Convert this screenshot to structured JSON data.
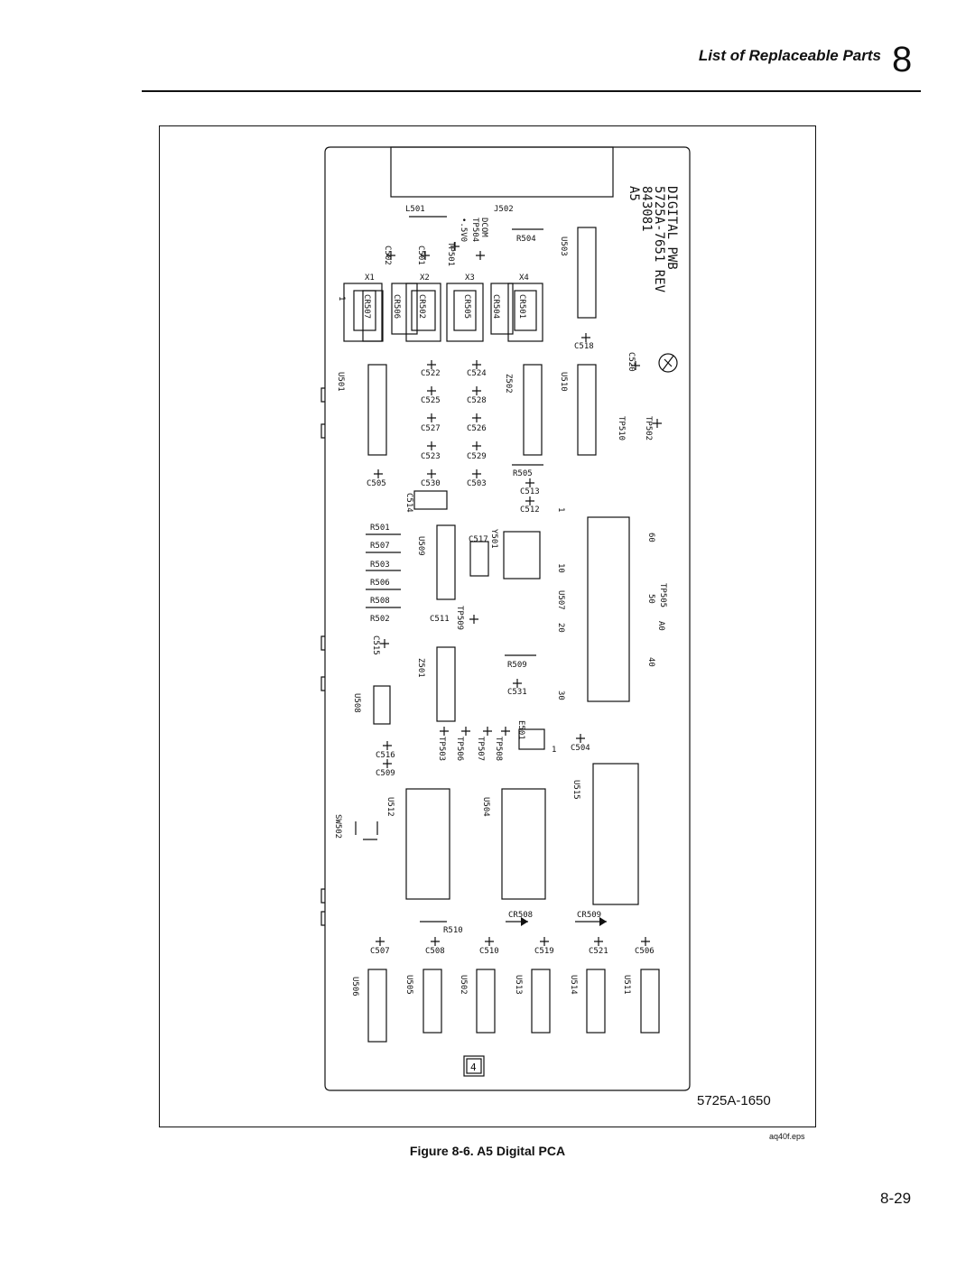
{
  "header": {
    "section_title": "List of Replaceable Parts",
    "chapter_number": "8"
  },
  "figure": {
    "caption": "Figure 8-6. A5 Digital PCA",
    "part_number": "5725A-1650",
    "file_id": "aq40f.eps",
    "board_title_lines": [
      "DIGITAL PWB",
      "5725A-7651 REV",
      "843081",
      "A5"
    ],
    "component_labels": [
      "L501",
      "J502",
      "DCOM",
      "•.5V0",
      "TP504",
      "TP501",
      "R504",
      "U503",
      "C502",
      "C501",
      "X1",
      "X2",
      "X3",
      "X4",
      "1",
      "CR507",
      "CR506",
      "CR502",
      "CR505",
      "CR504",
      "CR501",
      "C518",
      "C520",
      "U501",
      "C522",
      "C524",
      "Z502",
      "U510",
      "C525",
      "C528",
      "C527",
      "C526",
      "TP510",
      "TP502",
      "C523",
      "C529",
      "R505",
      "C505",
      "C530",
      "C503",
      "C513",
      "C514",
      "C512",
      "1",
      "60",
      "R501",
      "R507",
      "R503",
      "R506",
      "R508",
      "R502",
      "U509",
      "Y501",
      "C517",
      "10",
      "TP505",
      "50",
      "A0",
      "U507",
      "20",
      "C511",
      "TP509",
      "C515",
      "Z501",
      "R509",
      "40",
      "C531",
      "30",
      "U508",
      "E501",
      "1",
      "C504",
      "TP503",
      "TP506",
      "TP507",
      "TP508",
      "C516",
      "C509",
      "U512",
      "U504",
      "U515",
      "SW502",
      "CR508",
      "CR509",
      "R510",
      "C507",
      "C508",
      "C510",
      "C519",
      "C521",
      "C506",
      "U506",
      "U505",
      "U502",
      "U513",
      "U514",
      "U511",
      "4"
    ]
  },
  "page": {
    "number": "8-29"
  }
}
